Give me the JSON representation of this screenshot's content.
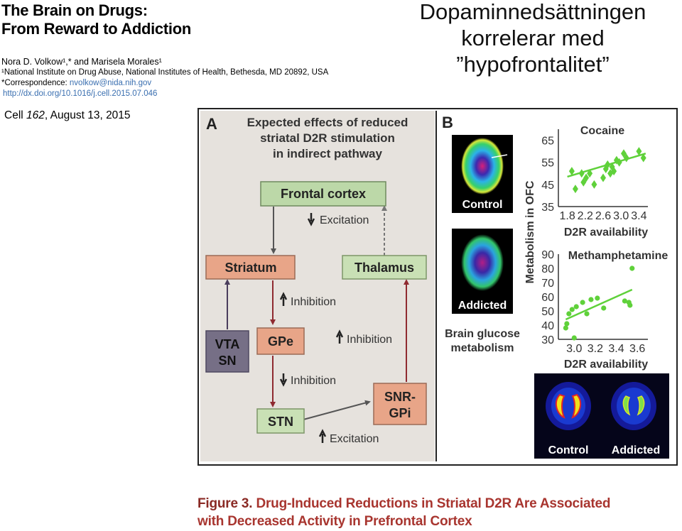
{
  "paper": {
    "title_line1": "The Brain on Drugs:",
    "title_line2": "From Reward to Addiction",
    "authors": "Nora D. Volkow¹,* and Marisela Morales¹",
    "affiliation": "¹National Institute on Drug Abuse, National Institutes of Health, Bethesda, MD 20892, USA",
    "correspondence_label": "*Correspondence: ",
    "correspondence_email": "nvolkow@nida.nih.gov",
    "doi": "http://dx.doi.org/10.1016/j.cell.2015.07.046",
    "citation_pre": "Cell ",
    "citation_volume": "162",
    "citation_post": ", August 13, 2015"
  },
  "slide": {
    "title_line1": "Dopaminnedsättningen",
    "title_line2": "korrelerar med",
    "title_line3": "”hypofrontalitet”"
  },
  "figure": {
    "panel_a": {
      "letter": "A",
      "heading_line1": "Expected effects of reduced",
      "heading_line2": "striatal D2R stimulation",
      "heading_line3": "in indirect pathway",
      "boxes": {
        "frontal_cortex": "Frontal cortex",
        "striatum": "Striatum",
        "thalamus": "Thalamus",
        "vta_line1": "VTA",
        "vta_line2": "SN",
        "gpe": "GPe",
        "stn": "STN",
        "snr_line1": "SNR-",
        "snr_line2": "GPi"
      },
      "labels": {
        "excitation_top": "Excitation",
        "inhibition_1": "Inhibition",
        "inhibition_2": "Inhibition",
        "inhibition_3": "Inhibition",
        "excitation_bottom": "Excitation"
      },
      "colors": {
        "bg": "#e6e2dd",
        "frontal": "#bcd8a8",
        "striatum": "#e8a588",
        "thalamus": "#c9e0b5",
        "vta": "#766f86",
        "arrow_red": "#8f2a30",
        "arrow_purple": "#4a3d5c"
      }
    },
    "panel_b": {
      "letter": "B",
      "brain_label_control": "Control",
      "brain_label_addicted": "Addicted",
      "glucose_line1": "Brain glucose",
      "glucose_line2": "metabolism",
      "shared_ylabel": "Metabolism in OFC",
      "striatum_label_control": "Control",
      "striatum_label_addicted": "Addicted"
    }
  },
  "chart_data": [
    {
      "type": "scatter",
      "title": "Cocaine",
      "xlabel": "D2R availability",
      "ylabel": "Metabolism in OFC",
      "xlim": [
        1.6,
        3.6
      ],
      "ylim": [
        35,
        70
      ],
      "xticks": [
        1.8,
        2.2,
        2.6,
        3.0,
        3.4
      ],
      "yticks": [
        35,
        45,
        55,
        65
      ],
      "marker_color": "#5fd13a",
      "points": [
        [
          1.9,
          51
        ],
        [
          1.98,
          43
        ],
        [
          2.12,
          50
        ],
        [
          2.16,
          46
        ],
        [
          2.22,
          48
        ],
        [
          2.3,
          50
        ],
        [
          2.4,
          45
        ],
        [
          2.6,
          48
        ],
        [
          2.66,
          52
        ],
        [
          2.7,
          54
        ],
        [
          2.76,
          50
        ],
        [
          2.8,
          53
        ],
        [
          2.84,
          51
        ],
        [
          2.9,
          56
        ],
        [
          2.96,
          55
        ],
        [
          3.06,
          59
        ],
        [
          3.12,
          57
        ],
        [
          3.4,
          60
        ],
        [
          3.5,
          57
        ]
      ],
      "trend": [
        [
          1.8,
          48.5
        ],
        [
          3.55,
          59
        ]
      ]
    },
    {
      "type": "scatter",
      "title": "Methamphetamine",
      "xlabel": "D2R availability",
      "ylabel": "Metabolism in OFC",
      "xlim": [
        2.85,
        3.7
      ],
      "ylim": [
        30,
        90
      ],
      "xticks": [
        3.0,
        3.2,
        3.4,
        3.6
      ],
      "yticks": [
        30,
        40,
        50,
        60,
        70,
        80,
        90
      ],
      "marker_color": "#5fd13a",
      "points": [
        [
          2.92,
          38
        ],
        [
          2.93,
          41
        ],
        [
          2.95,
          48
        ],
        [
          2.98,
          51
        ],
        [
          3.0,
          31
        ],
        [
          3.02,
          53
        ],
        [
          3.08,
          56
        ],
        [
          3.12,
          48
        ],
        [
          3.16,
          58
        ],
        [
          3.22,
          59
        ],
        [
          3.28,
          52
        ],
        [
          3.48,
          57
        ],
        [
          3.52,
          56
        ],
        [
          3.53,
          54
        ],
        [
          3.55,
          80
        ]
      ],
      "trend": [
        [
          2.92,
          44
        ],
        [
          3.55,
          65
        ]
      ]
    }
  ],
  "caption": {
    "label": "Figure 3.",
    "line1_rest": " Drug-Induced Reductions in Striatal D2R Are Associated",
    "line2": "with Decreased Activity in Prefrontal Cortex"
  }
}
